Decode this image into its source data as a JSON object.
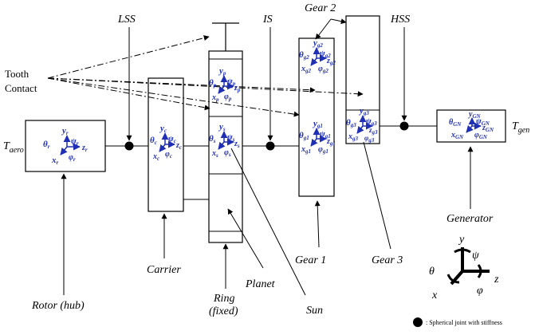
{
  "labels": {
    "tooth_contact_1": "Tooth",
    "tooth_contact_2": "Contact",
    "lss": "LSS",
    "is": "IS",
    "hss": "HSS",
    "gear2": "Gear 2",
    "t_aero_main": "T",
    "t_aero_sub": "aero",
    "t_gen_main": "T",
    "t_gen_sub": "gen",
    "rotor": "Rotor (hub)",
    "carrier": "Carrier",
    "ring_1": "Ring",
    "ring_2": "(fixed)",
    "planet": "Planet",
    "sun": "Sun",
    "gear1": "Gear 1",
    "gear3": "Gear 3",
    "generator": "Generator",
    "legend": ": Spherical joint with stiffness"
  },
  "coord": {
    "rotor": {
      "y": "y",
      "ys": "r",
      "psi": "ψ",
      "psis": "r",
      "theta": "θ",
      "thetas": "r",
      "z": "z",
      "zs": "r",
      "x": "x",
      "xs": "r",
      "phi": "φ",
      "phis": "r"
    },
    "carrier": {
      "y": "y",
      "ys": "c",
      "psi": "ψ",
      "psis": "c",
      "theta": "θ",
      "thetas": "c",
      "z": "z",
      "zs": "c",
      "x": "x",
      "xs": "c",
      "phi": "φ",
      "phis": "c"
    },
    "planet": {
      "y": "y",
      "ys": "p",
      "psi": "ψ",
      "psis": "p",
      "theta": "θ",
      "thetas": "p",
      "z": "z",
      "zs": "p",
      "x": "x",
      "xs": "p",
      "phi": "φ",
      "phis": "p"
    },
    "sun": {
      "y": "y",
      "ys": "s",
      "psi": "ψ",
      "psis": "s",
      "theta": "θ",
      "thetas": "s",
      "z": "z",
      "zs": "s",
      "x": "x",
      "xs": "s",
      "phi": "φ",
      "phis": "s"
    },
    "g2": {
      "y": "y",
      "ys": "g2",
      "psi": "ψ",
      "psis": "g2",
      "theta": "θ",
      "thetas": "g2",
      "z": "z",
      "zs": "g2",
      "x": "x",
      "xs": "g2",
      "phi": "φ",
      "phis": "g2"
    },
    "g1": {
      "y": "y",
      "ys": "g1",
      "psi": "ψ",
      "psis": "g1",
      "theta": "θ",
      "thetas": "g1",
      "z": "z",
      "zs": "g1",
      "x": "x",
      "xs": "g1",
      "phi": "φ",
      "phis": "g1"
    },
    "g3": {
      "y": "y",
      "ys": "g3",
      "psi": "ψ",
      "psis": "g3",
      "theta": "θ",
      "thetas": "g3",
      "z": "z",
      "zs": "g3",
      "x": "x",
      "xs": "g3",
      "phi": "φ",
      "phis": "g3"
    },
    "gn": {
      "y": "y",
      "ys": "GN",
      "psi": "ψ",
      "psis": "GN",
      "theta": "θ",
      "thetas": "GN",
      "z": "z",
      "zs": "GN",
      "x": "x",
      "xs": "GN",
      "phi": "φ",
      "phis": "GN"
    },
    "ref": {
      "y": "y",
      "psi": "ψ",
      "theta": "θ",
      "z": "z",
      "x": "x",
      "phi": "φ"
    }
  }
}
